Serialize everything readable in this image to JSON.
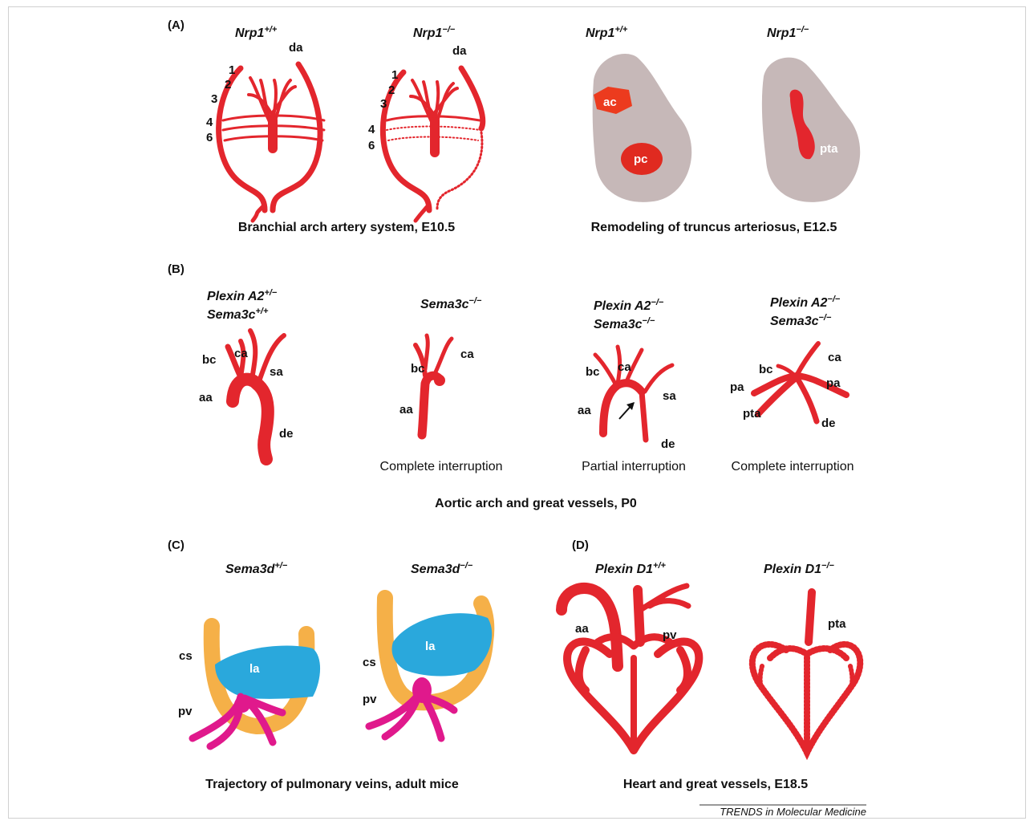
{
  "colors": {
    "vessel": "#e3262d",
    "tissue": "#c6b8b8",
    "atrium": "#2aa8dc",
    "sinus": "#f5b048",
    "vein": "#e0198c",
    "text": "#111111"
  },
  "panel_A": {
    "panel_label": "(A)",
    "genotypes": [
      {
        "name": "Nrp1",
        "sup": "+/+"
      },
      {
        "name": "Nrp1",
        "sup": "−/−"
      },
      {
        "name": "Nrp1",
        "sup": "+/+"
      },
      {
        "name": "Nrp1",
        "sup": "−/−"
      }
    ],
    "arch_labels": [
      "1",
      "2",
      "3",
      "4",
      "6"
    ],
    "da_label": "da",
    "ac_label": "ac",
    "pc_label": "pc",
    "pta_label": "pta",
    "caption_left": "Branchial arch artery system, E10.5",
    "caption_right": "Remodeling of truncus arteriosus, E12.5"
  },
  "panel_B": {
    "panel_label": "(B)",
    "genotypes": [
      {
        "line1": "Plexin A2",
        "sup1": "+/−",
        "line2": "Sema3c",
        "sup2": "+/+"
      },
      {
        "line1": "Sema3c",
        "sup1": "−/−",
        "line2": "",
        "sup2": ""
      },
      {
        "line1": "Plexin A2",
        "sup1": "−/−",
        "line2": "Sema3c",
        "sup2": "−/−"
      },
      {
        "line1": "Plexin A2",
        "sup1": "−/−",
        "line2": "Sema3c",
        "sup2": "−/−"
      }
    ],
    "vessel_labels": {
      "bc": "bc",
      "ca": "ca",
      "sa": "sa",
      "aa": "aa",
      "de": "de",
      "pa": "pa",
      "pta": "pta"
    },
    "subcaptions": [
      "Complete interruption",
      "Partial interruption",
      "Complete interruption"
    ],
    "caption": "Aortic arch and great vessels, P0"
  },
  "panel_C": {
    "panel_label": "(C)",
    "genotypes": [
      {
        "name": "Sema3d",
        "sup": "+/−"
      },
      {
        "name": "Sema3d",
        "sup": "−/−"
      }
    ],
    "labels": {
      "cs": "cs",
      "la": "la",
      "pv": "pv"
    },
    "caption": "Trajectory of pulmonary veins, adult mice"
  },
  "panel_D": {
    "panel_label": "(D)",
    "genotypes": [
      {
        "name": "Plexin D1",
        "sup": "+/+"
      },
      {
        "name": "Plexin D1",
        "sup": "−/−"
      }
    ],
    "labels": {
      "aa": "aa",
      "pv": "pv",
      "pta": "pta"
    },
    "caption": "Heart and great vessels, E18.5"
  },
  "credit": "TRENDS in Molecular Medicine"
}
